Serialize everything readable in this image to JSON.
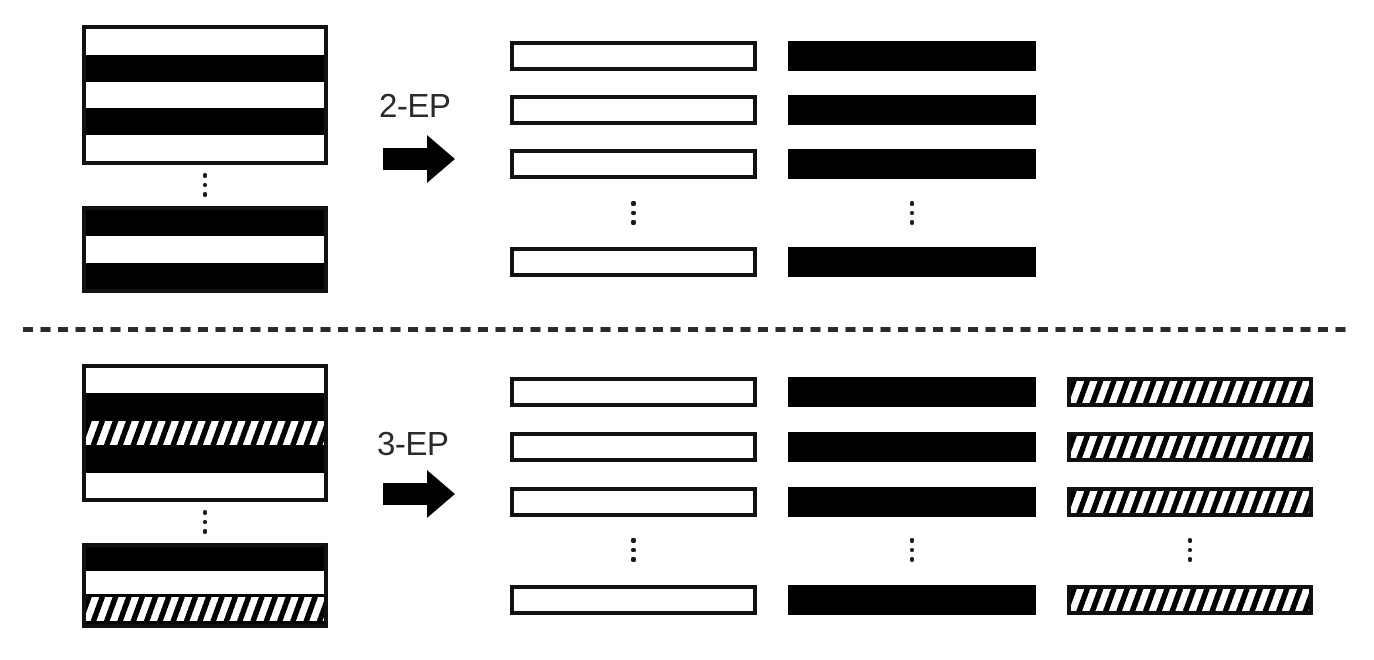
{
  "figure": {
    "background": "#ffffff",
    "colors": {
      "bar_fill_black": "#000000",
      "outline": "#111111",
      "label_text": "#2b2b2b",
      "divider": "#2b2b2b"
    },
    "icons": {
      "vertical_ellipsis": "⋮",
      "right_arrow": "➡"
    },
    "patterns": {
      "white": "empty-outlined",
      "black": "solid-filled",
      "hatched": "diagonal-hatch"
    },
    "sections": [
      {
        "id": "2ep",
        "label": "2-EP",
        "input_boxes": [
          {
            "stripes": [
              "white",
              "black",
              "white",
              "black",
              "white"
            ]
          },
          {
            "stripes": [
              "black",
              "white",
              "black"
            ]
          }
        ],
        "output_columns": [
          {
            "pattern": "white",
            "bars_shown": 3,
            "bars_after_ellipsis": 1
          },
          {
            "pattern": "black",
            "bars_shown": 3,
            "bars_after_ellipsis": 1
          }
        ]
      },
      {
        "id": "3ep",
        "label": "3-EP",
        "input_boxes": [
          {
            "stripes": [
              "white",
              "black",
              "hatched",
              "black",
              "white"
            ]
          },
          {
            "stripes": [
              "black",
              "white",
              "hatched"
            ]
          }
        ],
        "output_columns": [
          {
            "pattern": "white",
            "bars_shown": 3,
            "bars_after_ellipsis": 1
          },
          {
            "pattern": "black",
            "bars_shown": 3,
            "bars_after_ellipsis": 1
          },
          {
            "pattern": "hatched",
            "bars_shown": 3,
            "bars_after_ellipsis": 1
          }
        ]
      }
    ]
  }
}
